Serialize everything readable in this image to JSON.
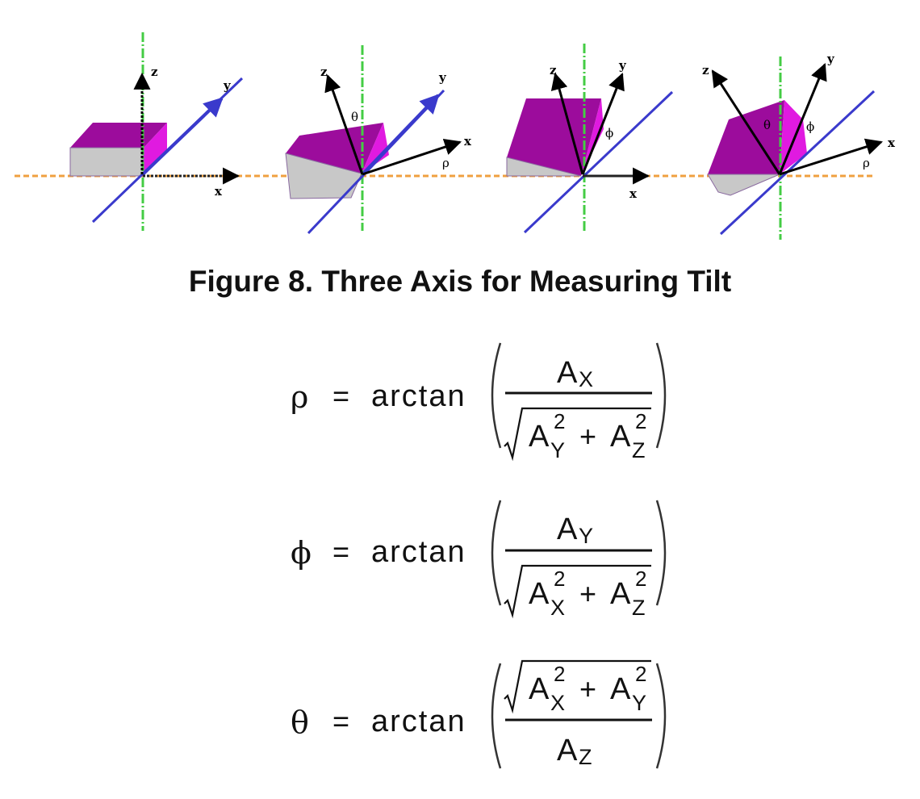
{
  "figure": {
    "caption": "Figure 8.  Three Axis for Measuring Tilt",
    "axis_labels": {
      "x": "x",
      "y": "y",
      "z": "z"
    },
    "angle_symbols": {
      "rho": "ρ",
      "phi": "ϕ",
      "theta": "θ"
    },
    "colors": {
      "block_top": "#9c0c9c",
      "block_side": "#e01ae0",
      "block_front": "#c8c8c8",
      "ground_line": "#f0a040",
      "vertical_line": "#44cc44",
      "diagonal_axis": "#3a3acc",
      "vector": "#000000"
    }
  },
  "equations": [
    {
      "lhs": "ρ",
      "eq": "=",
      "func": "arctan",
      "num": "A",
      "num_sub": "X",
      "den_a": "A",
      "den_a_sub": "Y",
      "den_plus": "+",
      "den_b": "A",
      "den_b_sub": "Z",
      "sup": "2"
    },
    {
      "lhs": "ϕ",
      "eq": "=",
      "func": "arctan",
      "num": "A",
      "num_sub": "Y",
      "den_a": "A",
      "den_a_sub": "X",
      "den_plus": "+",
      "den_b": "A",
      "den_b_sub": "Z",
      "sup": "2"
    },
    {
      "lhs": "θ",
      "eq": "=",
      "func": "arctan",
      "num_a": "A",
      "num_a_sub": "X",
      "num_plus": "+",
      "num_b": "A",
      "num_b_sub": "Y",
      "sup": "2",
      "den": "A",
      "den_sub": "Z"
    }
  ]
}
